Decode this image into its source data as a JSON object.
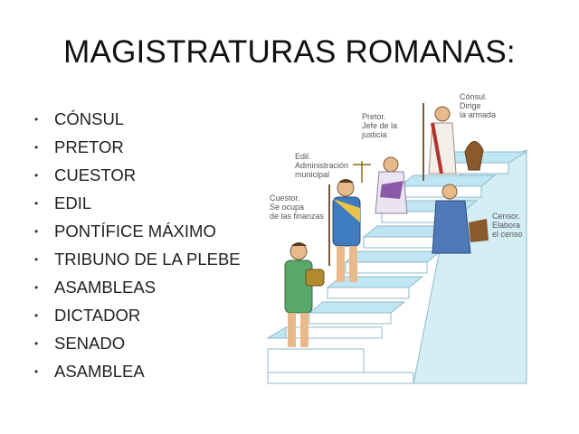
{
  "slide": {
    "title": "MAGISTRATURAS ROMANAS:",
    "items": [
      {
        "label": "CÓNSUL"
      },
      {
        "label": "PRETOR"
      },
      {
        "label": "CUESTOR"
      },
      {
        "label": "EDIL"
      },
      {
        "label": "PONTÍFICE MÁXIMO"
      },
      {
        "label": "TRIBUNO DE LA PLEBE"
      },
      {
        "label": "ASAMBLEAS"
      },
      {
        "label": "DICTADOR"
      },
      {
        "label": "SENADO"
      },
      {
        "label": "ASAMBLEA"
      }
    ]
  },
  "illustration": {
    "captions": {
      "consul": [
        "Cónsul.",
        "Dirige",
        "la armada"
      ],
      "pretor": [
        "Pretor.",
        "Jefe de la",
        "justicia"
      ],
      "edil": [
        "Edil.",
        "Administración",
        "municipal"
      ],
      "cuestor": [
        "Cuestor.",
        "Se ocupa",
        "de las finanzas"
      ],
      "censor": [
        "Censor.",
        "Elabora",
        "el censo"
      ]
    },
    "colors": {
      "stair_top": "#bfe6f2",
      "stair_front": "#ffffff",
      "stair_side": "#d4eef6",
      "outline": "#8fb9c8"
    }
  }
}
